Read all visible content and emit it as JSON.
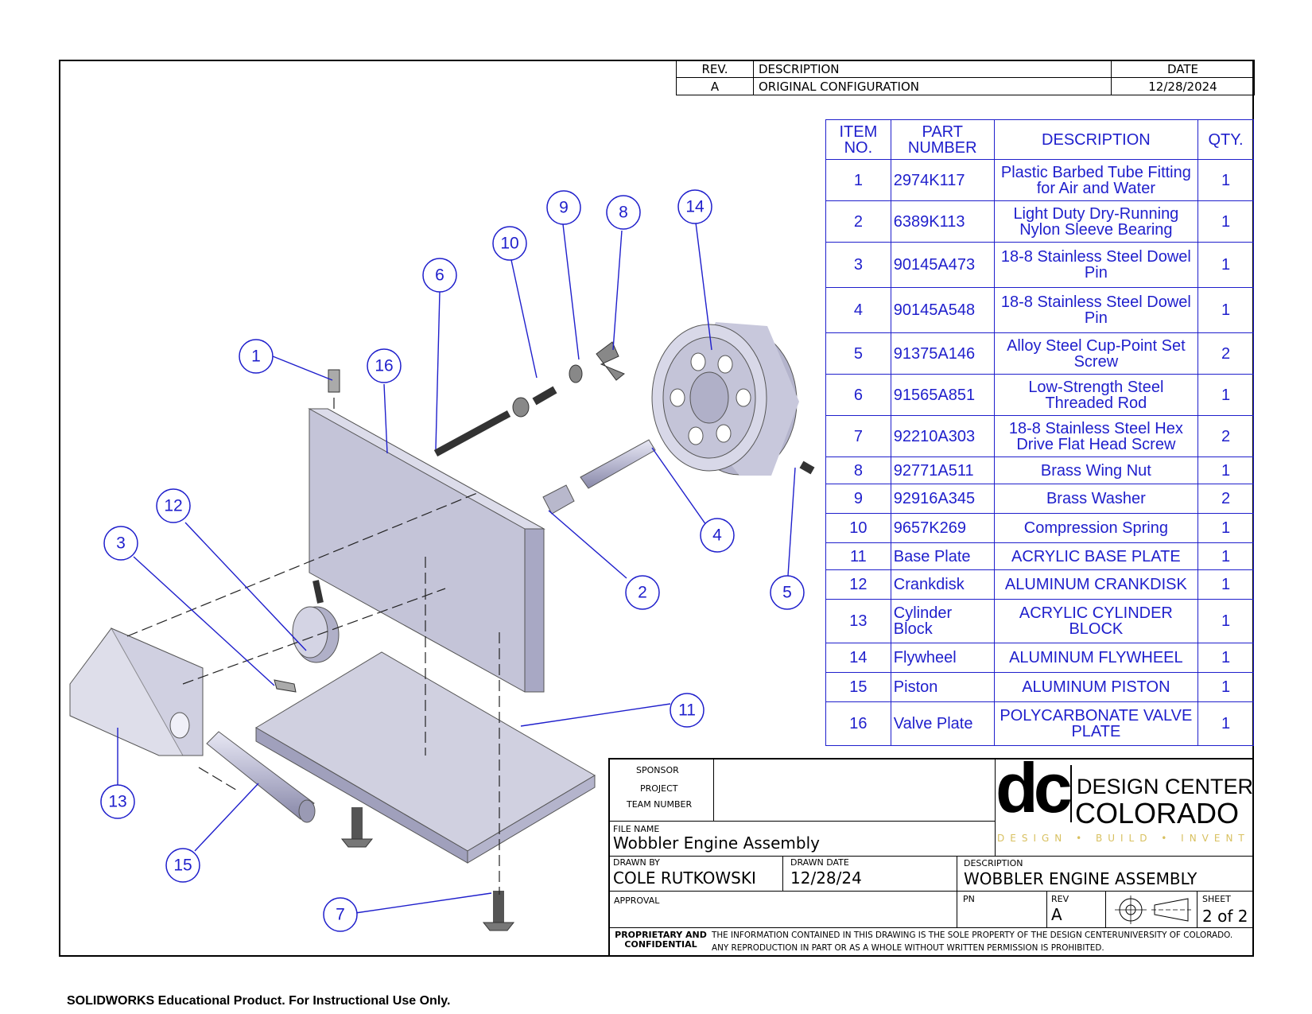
{
  "revision_table": {
    "headers": {
      "rev": "REV.",
      "description": "DESCRIPTION",
      "date": "DATE"
    },
    "rows": [
      {
        "rev": "A",
        "description": "ORIGINAL CONFIGURATION",
        "date": "12/28/2024"
      }
    ]
  },
  "bom": {
    "headers": {
      "item": "ITEM NO.",
      "part": "PART NUMBER",
      "description": "DESCRIPTION",
      "qty": "QTY."
    },
    "rows": [
      {
        "item": "1",
        "part": "2974K117",
        "description": "Plastic Barbed Tube Fitting for Air and Water",
        "qty": "1"
      },
      {
        "item": "2",
        "part": "6389K113",
        "description": "Light Duty Dry-Running Nylon Sleeve Bearing",
        "qty": "1"
      },
      {
        "item": "3",
        "part": "90145A473",
        "description": "18-8 Stainless Steel Dowel Pin",
        "qty": "1"
      },
      {
        "item": "4",
        "part": "90145A548",
        "description": "18-8 Stainless Steel Dowel Pin",
        "qty": "1"
      },
      {
        "item": "5",
        "part": "91375A146",
        "description": "Alloy Steel Cup-Point Set Screw",
        "qty": "2"
      },
      {
        "item": "6",
        "part": "91565A851",
        "description": "Low-Strength Steel Threaded Rod",
        "qty": "1"
      },
      {
        "item": "7",
        "part": "92210A303",
        "description": "18-8 Stainless Steel Hex Drive Flat Head Screw",
        "qty": "2"
      },
      {
        "item": "8",
        "part": "92771A511",
        "description": "Brass Wing Nut",
        "qty": "1"
      },
      {
        "item": "9",
        "part": "92916A345",
        "description": "Brass Washer",
        "qty": "2"
      },
      {
        "item": "10",
        "part": "9657K269",
        "description": "Compression Spring",
        "qty": "1"
      },
      {
        "item": "11",
        "part": "Base Plate",
        "description": "ACRYLIC BASE PLATE",
        "qty": "1"
      },
      {
        "item": "12",
        "part": "Crankdisk",
        "description": "ALUMINUM CRANKDISK",
        "qty": "1"
      },
      {
        "item": "13",
        "part": "Cylinder Block",
        "description": "ACRYLIC CYLINDER BLOCK",
        "qty": "1"
      },
      {
        "item": "14",
        "part": "Flywheel",
        "description": "ALUMINUM FLYWHEEL",
        "qty": "1"
      },
      {
        "item": "15",
        "part": "Piston",
        "description": "ALUMINUM PISTON",
        "qty": "1"
      },
      {
        "item": "16",
        "part": "Valve Plate",
        "description": "POLYCARBONATE VALVE PLATE",
        "qty": "1"
      }
    ]
  },
  "callouts": [
    "1",
    "2",
    "3",
    "4",
    "5",
    "6",
    "7",
    "8",
    "9",
    "10",
    "11",
    "12",
    "13",
    "14",
    "15",
    "16"
  ],
  "title_block": {
    "sponsor_label": "SPONSOR",
    "project_label": "PROJECT",
    "team_label": "TEAM NUMBER",
    "file_name_label": "FILE NAME",
    "file_name": "Wobbler Engine Assembly",
    "drawn_by_label": "DRAWN BY",
    "drawn_by": "COLE RUTKOWSKI",
    "drawn_date_label": "DRAWN DATE",
    "drawn_date": "12/28/24",
    "description_label": "DESCRIPTION",
    "description": "WOBBLER ENGINE ASSEMBLY",
    "approval_label": "APPROVAL",
    "pn_label": "PN",
    "rev_label": "REV",
    "rev": "A",
    "sheet_label": "SHEET",
    "sheet": "2 of 2",
    "proprietary_label": "PROPRIETARY AND CONFIDENTIAL",
    "proprietary_text_1": "THE INFORMATION CONTAINED IN THIS DRAWING IS THE SOLE PROPERTY OF THE DESIGN CENTERUNIVERSITY OF COLORADO.",
    "proprietary_text_2": "ANY REPRODUCTION IN PART OR AS A WHOLE WITHOUT WRITTEN PERMISSION IS PROHIBITED."
  },
  "logo": {
    "mark": "dc",
    "line1": "DESIGN CENTER",
    "line2": "COLORADO",
    "tagline": "DESIGN • BUILD • INVENT"
  },
  "footer": "SOLIDWORKS Educational Product. For Instructional Use Only.",
  "colors": {
    "callout": "#1f1fcc",
    "part_fill": "#c8c8dc",
    "logo_tagline": "#d8c060"
  }
}
